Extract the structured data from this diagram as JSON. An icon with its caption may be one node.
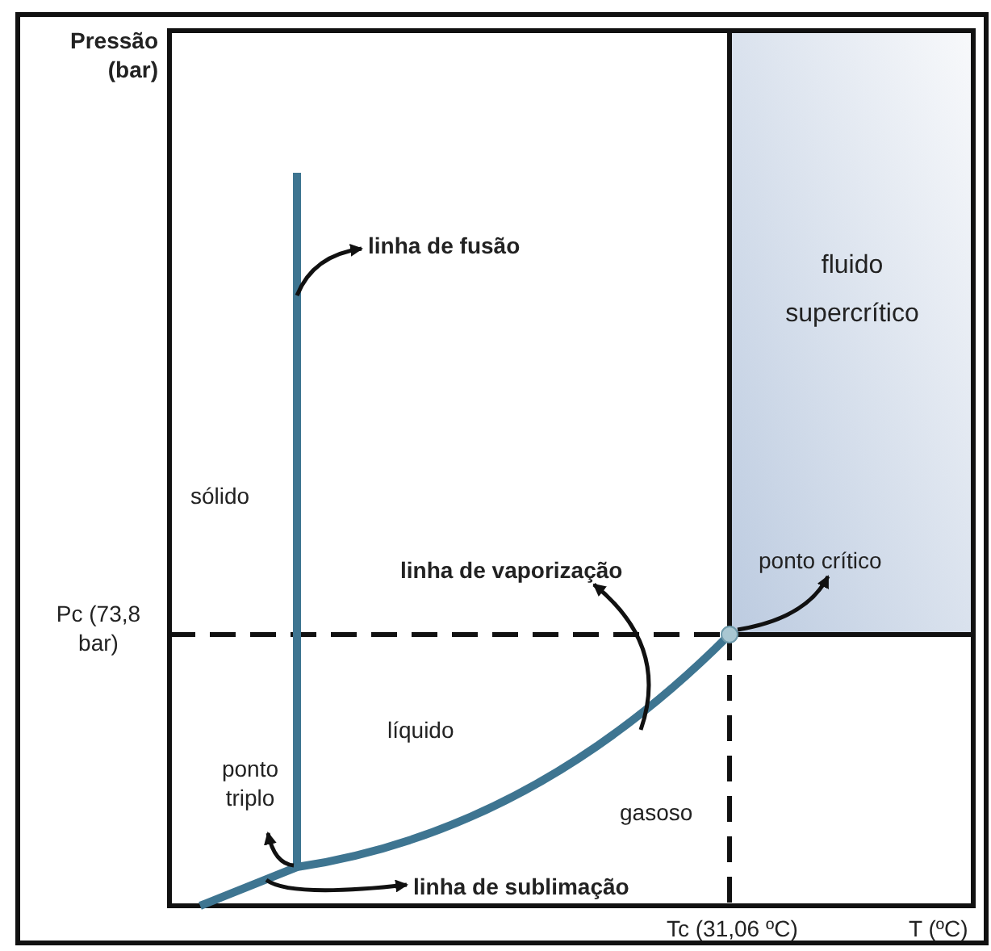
{
  "diagram": {
    "nodes": [
      {
        "text": [
          "fluido supercrítico"
        ]
      },
      {
        "text": [
          "linha de fusão"
        ]
      },
      {
        "text": [],
        "shape": "line"
      },
      {
        "text": [
          "linha de vaporização"
        ]
      },
      {
        "text": [],
        "shape": "line"
      },
      {
        "text": [
          "ponto crítico"
        ]
      },
      {
        "text": [],
        "shape": "circle"
      },
      {
        "text": [
          "ponto triplo"
        ]
      },
      {
        "text": [
          "linha de sublimação"
        ]
      },
      {
        "text": [],
        "shape": "line"
      }
    ],
    "edges": [
      {
        "from": 2,
        "to": 1,
        "arrow": "to"
      },
      {
        "from": 4,
        "to": 3,
        "arrow": "to"
      },
      {
        "from": 6,
        "to": 5,
        "arrow": "to"
      },
      {
        "from": 9,
        "to": 7,
        "arrow": "to"
      },
      {
        "from": 9,
        "to": 8,
        "arrow": "to"
      }
    ],
    "labels": [
      "Pressão (bar)",
      "sólido",
      "Pc (73,8 bar)",
      "líquido",
      "gasoso",
      "Tc (31,06 ºC)",
      "T (ºC)"
    ]
  }
}
